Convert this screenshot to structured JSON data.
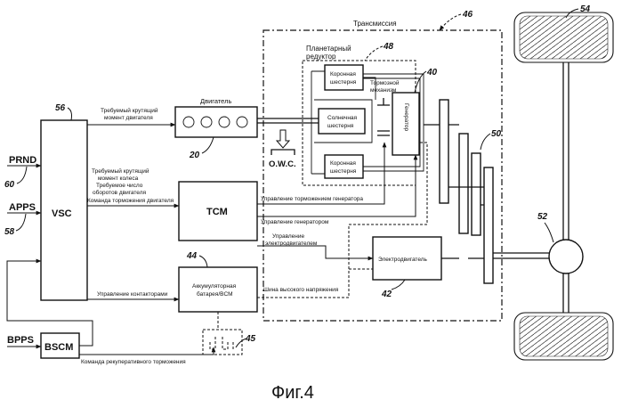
{
  "figure": {
    "caption": "Фиг.4",
    "labels": {
      "vsc": "VSC",
      "prnd": "PRND",
      "apps": "APPS",
      "bpps": "BPPS",
      "bscm": "BSCM",
      "tcm": "TCM",
      "engine": "Двигатель",
      "owc": "O.W.C.",
      "battery_line1": "Аккумуляторная",
      "battery_line2": "батарея/BCM",
      "transmission": "Трансмиссия",
      "planetary_line1": "Планетарный",
      "planetary_line2": "редуктор",
      "ring_gear_line1": "Коронная",
      "ring_gear_line2": "шестерня",
      "sun_gear_line1": "Солнечная",
      "sun_gear_line2": "шестерня",
      "brake_line1": "Тормозной",
      "brake_line2": "механизм",
      "generator": "Генератор",
      "motor": "Электродвигатель"
    },
    "signals": {
      "engine_torque_line1": "Требуемый крутящий",
      "engine_torque_line2": "момент двигателя",
      "wheel_torque_line1": "Требуемый крутящий",
      "wheel_torque_line2": "момент колеса",
      "engine_speed_line1": "Требуемое число",
      "engine_speed_line2": "оборотов двигателя",
      "engine_brake": "Команда торможения двигателя",
      "gen_brake_control": "Управление торможением генератора",
      "gen_control": "Управление генератором",
      "motor_control_line1": "Управление",
      "motor_control_line2": "электродвигателем",
      "contactor_control": "Управление контакторами",
      "hv_bus": "Шина высокого напряжения",
      "regen_brake": "Команда рекуперативного торможения"
    },
    "refs": {
      "r20": "20",
      "r40": "40",
      "r42": "42",
      "r44": "44",
      "r45": "45",
      "r46": "46",
      "r48": "48",
      "r50": "50",
      "r52": "52",
      "r54": "54",
      "r56": "56",
      "r58": "58",
      "r60": "60"
    }
  }
}
